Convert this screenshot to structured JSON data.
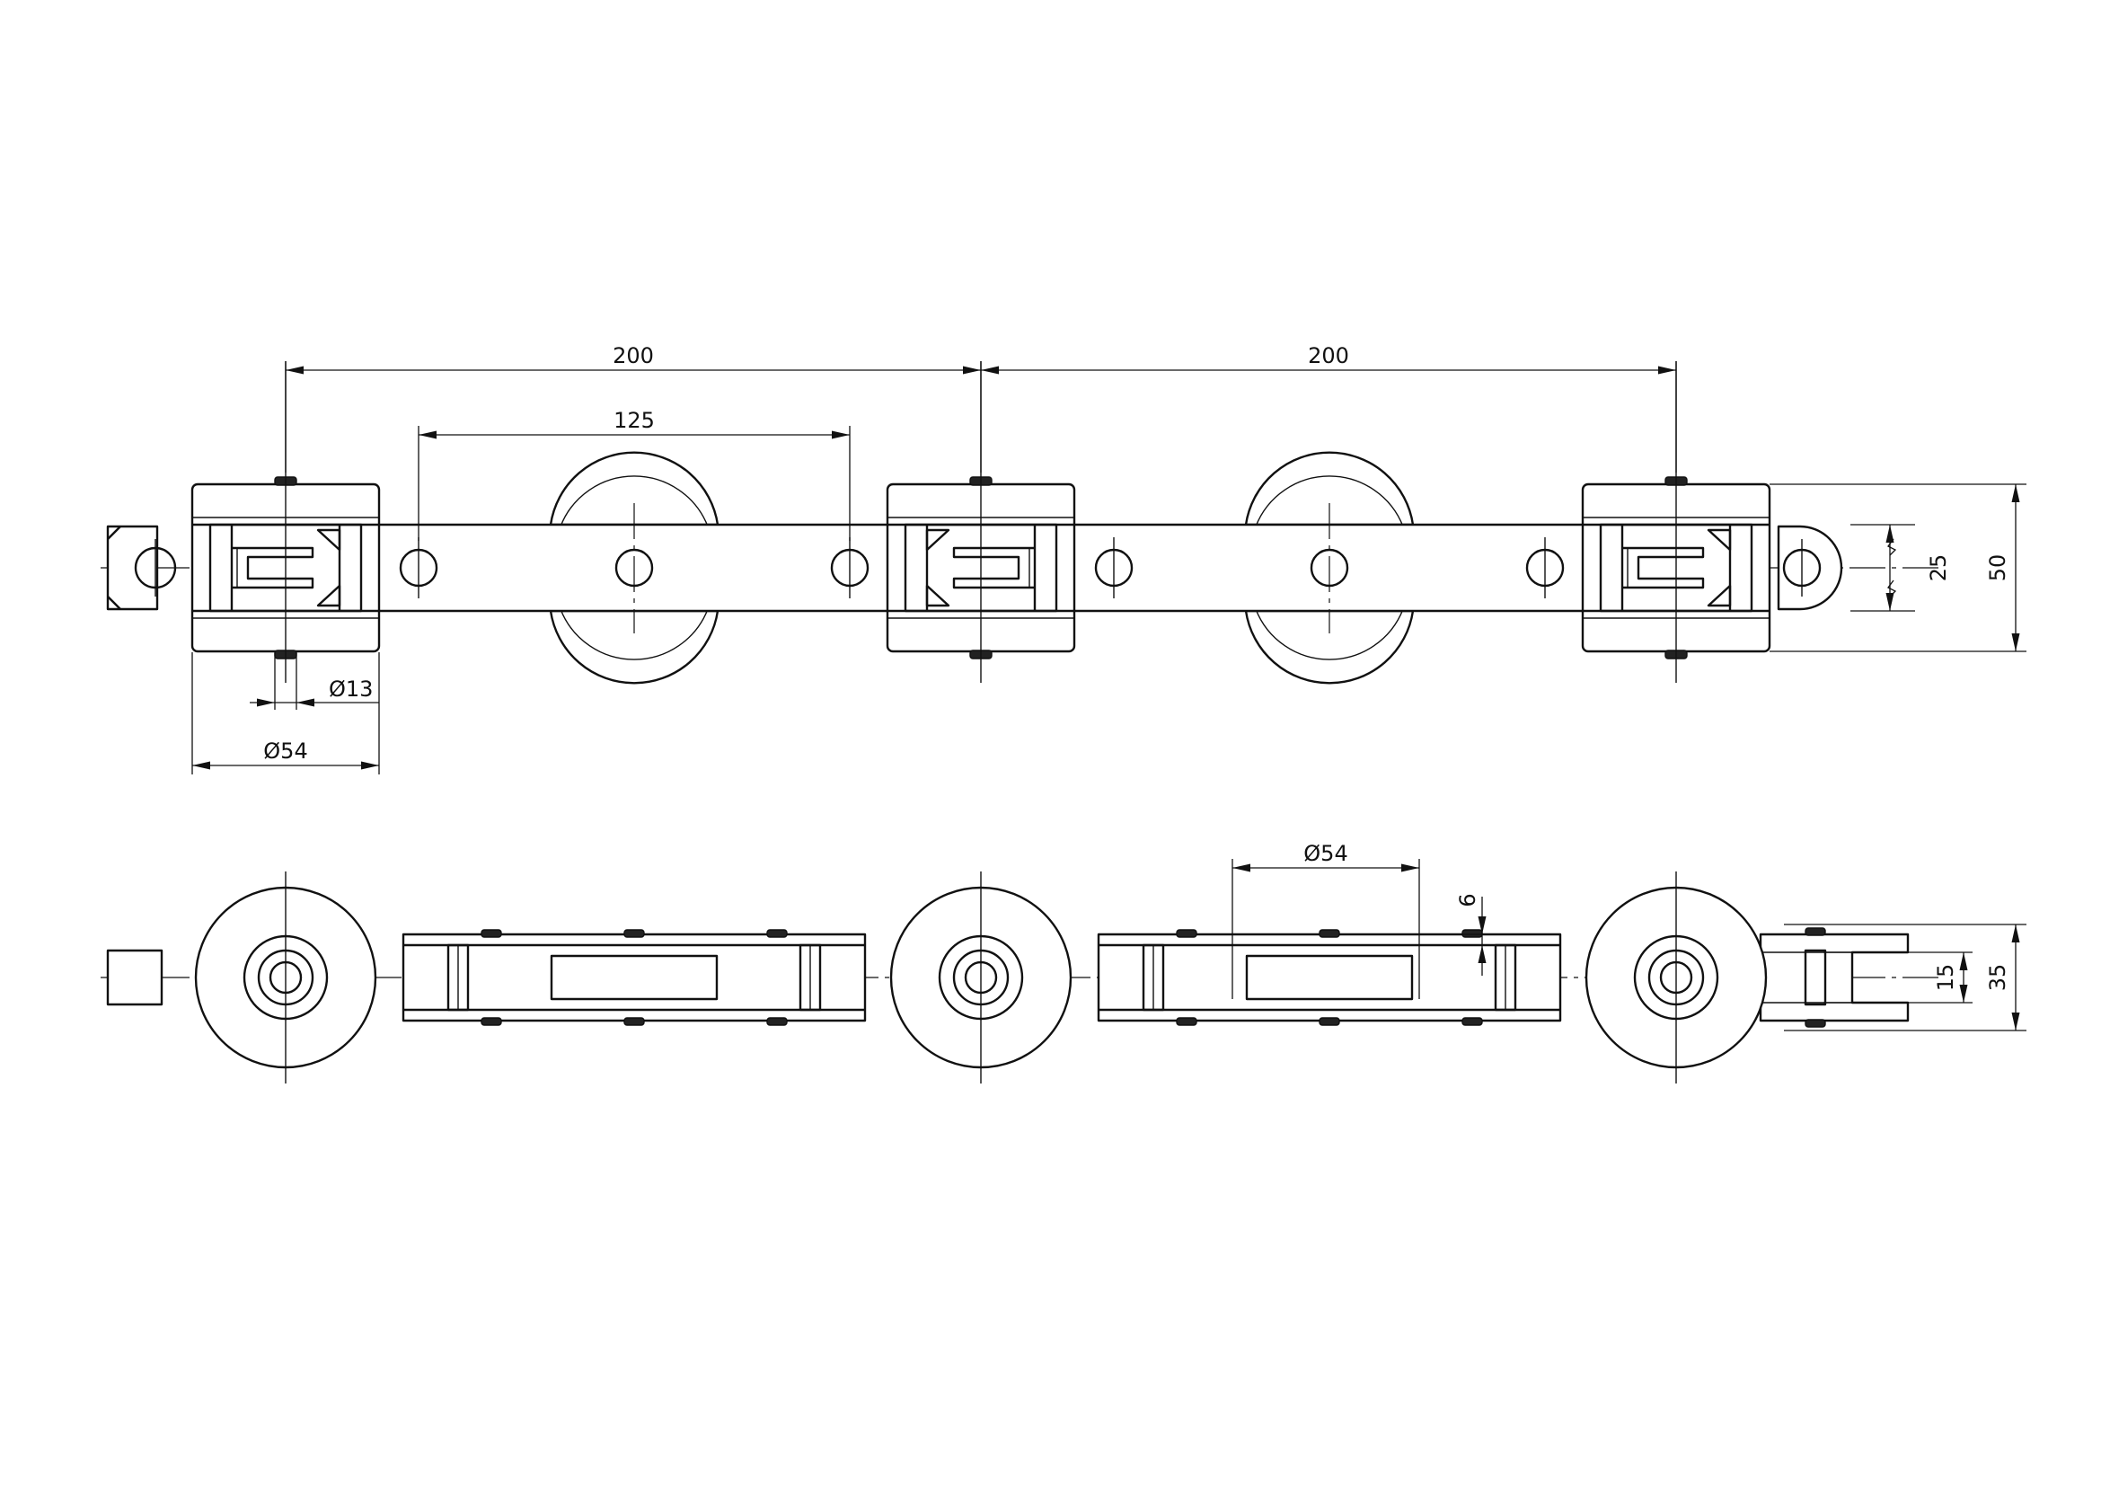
{
  "dimensions": {
    "pitch_left": "200",
    "pitch_right": "200",
    "inner_span": "125",
    "pin_diameter": "Ø13",
    "roller_diameter_top": "Ø54",
    "link_height": "25",
    "overall_height": "50",
    "roller_diameter_bottom": "Ø54",
    "flange_offset": "6",
    "inner_width": "15",
    "overall_width": "35"
  }
}
